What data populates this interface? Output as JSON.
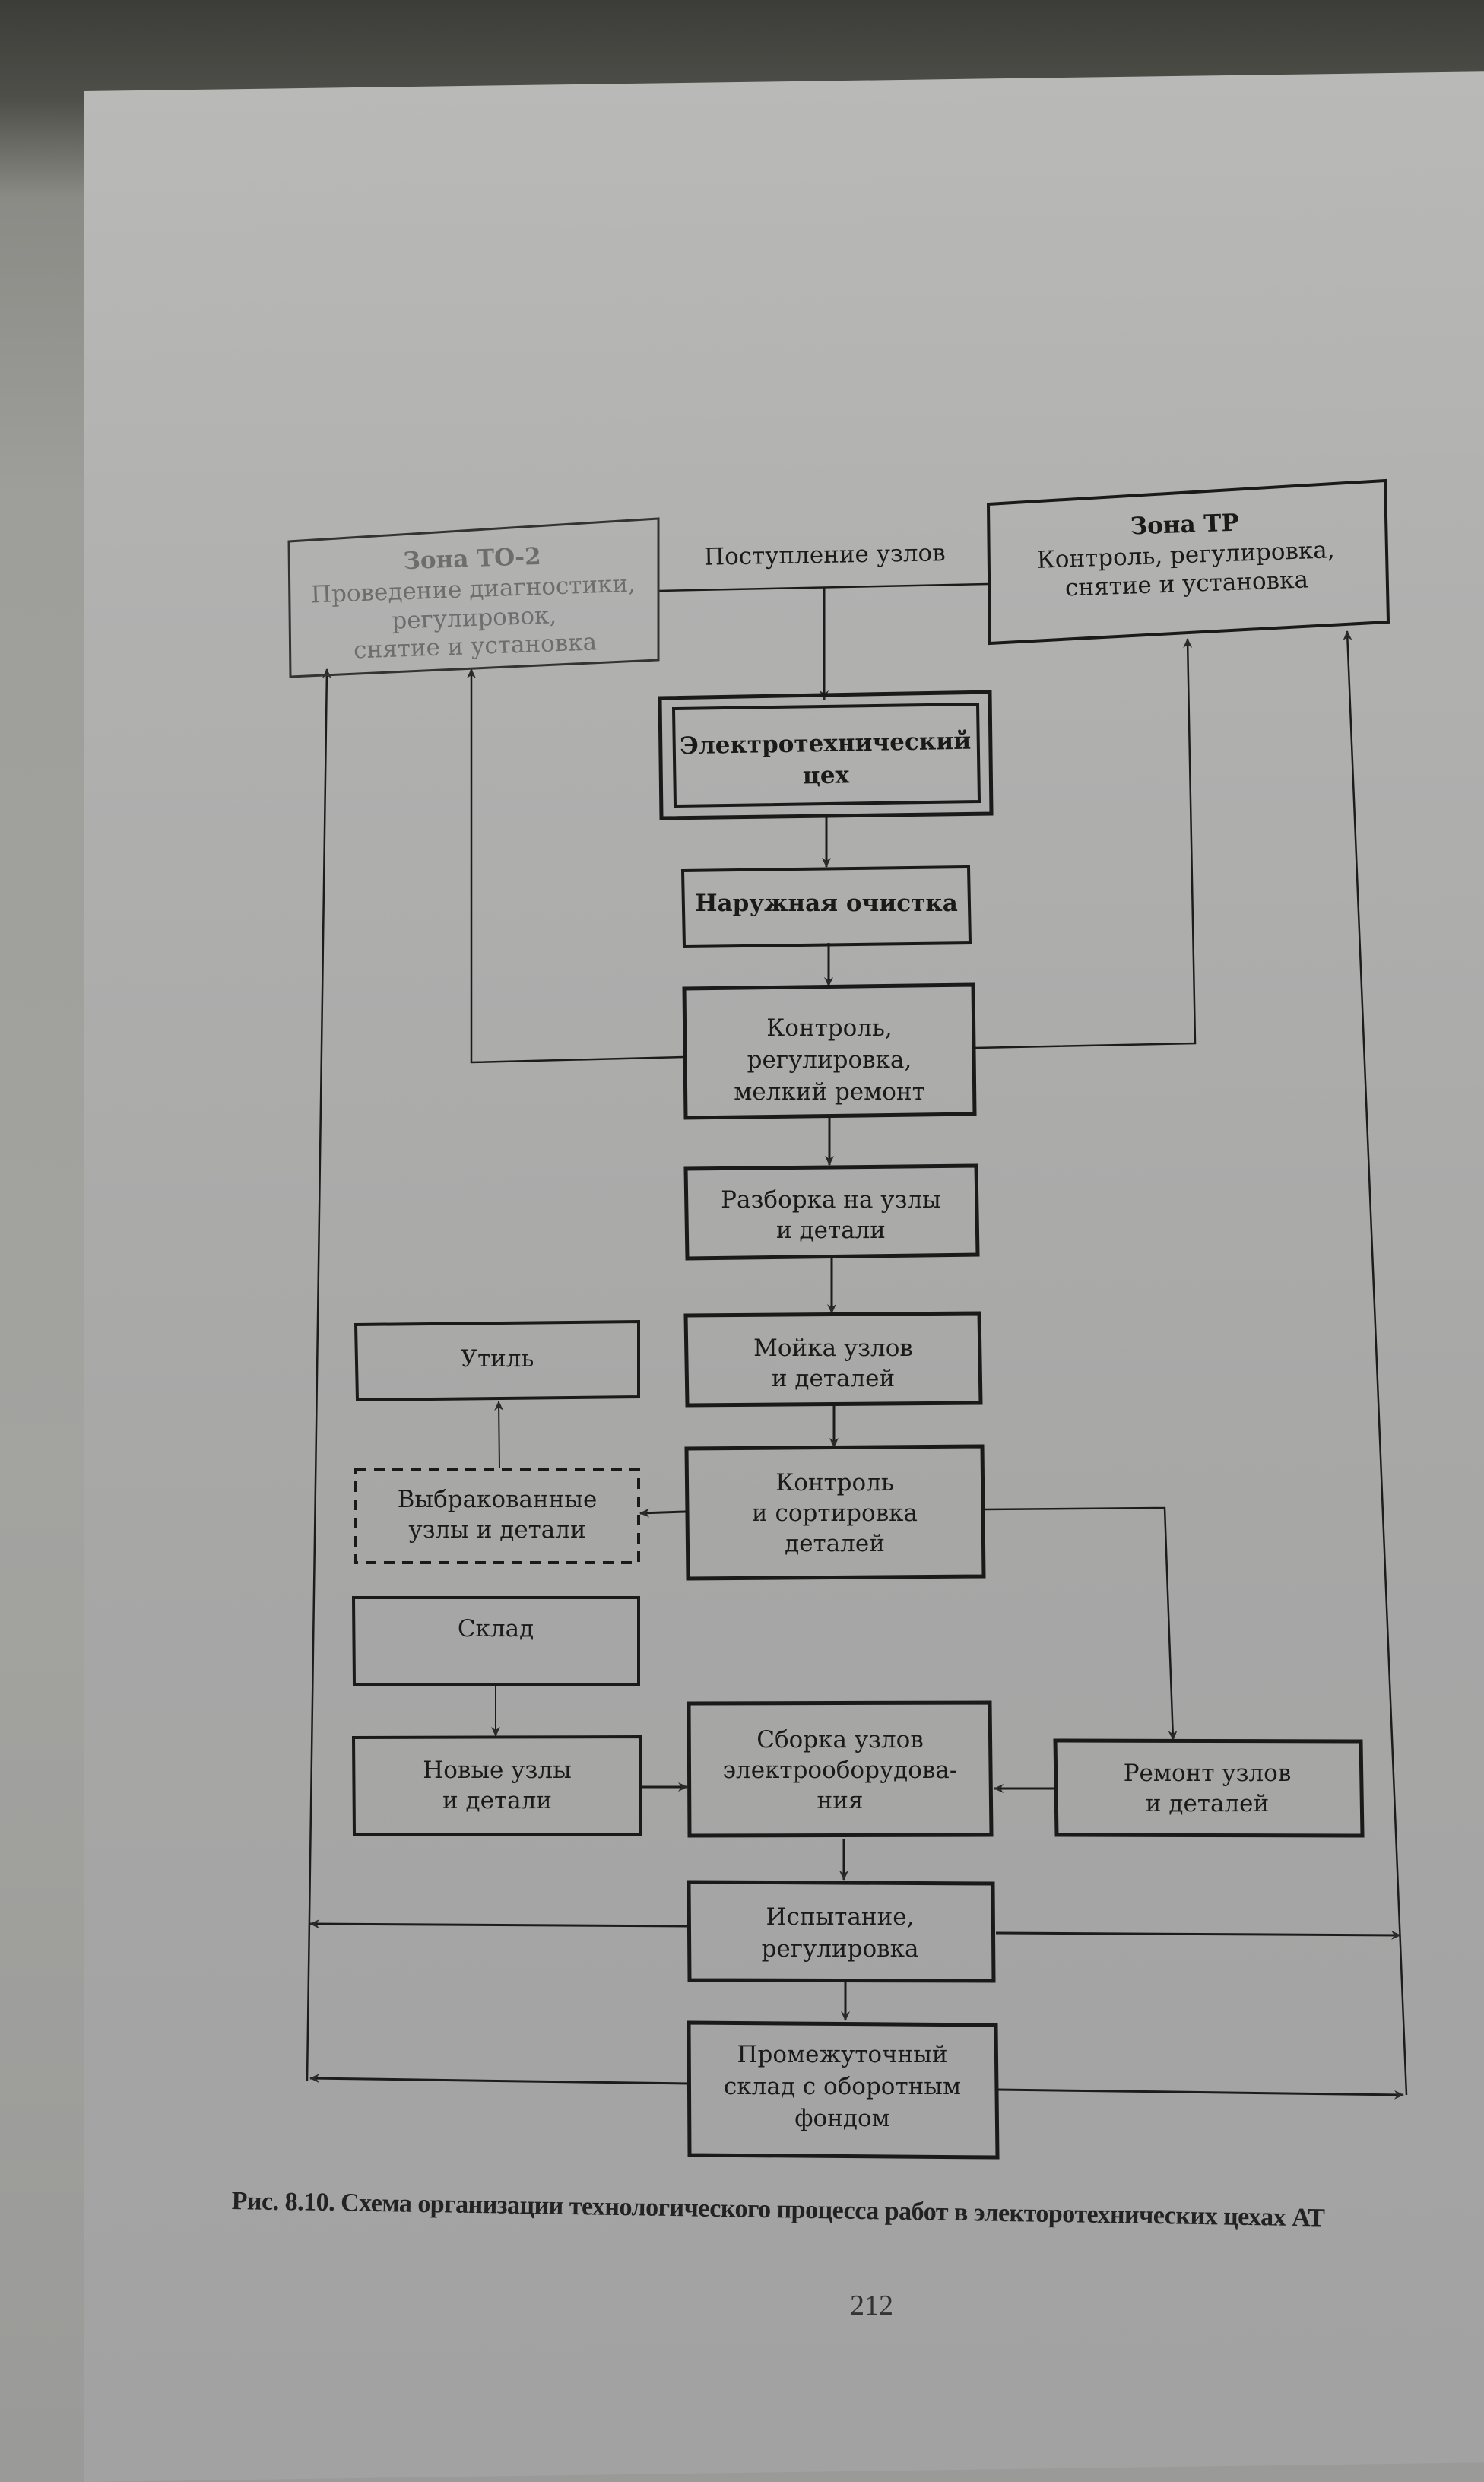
{
  "diagram": {
    "nodes": {
      "zone_to2": {
        "lines": [
          "Зона ТО-2",
          "Проведение диагностики,",
          "регулировок,",
          "снятие и установка"
        ]
      },
      "zone_tr": {
        "lines": [
          "Зона ТР",
          "Контроль, регулировка,",
          "снятие и установка"
        ]
      },
      "electro_shop": {
        "lines": [
          "Электротехнический",
          "цех"
        ]
      },
      "external_cleaning": {
        "lines": [
          "Наружная очистка"
        ]
      },
      "control_adjust": {
        "lines": [
          "Контроль,",
          "регулировка,",
          "мелкий ремонт"
        ]
      },
      "disassembly": {
        "lines": [
          "Разборка на узлы",
          "и детали"
        ]
      },
      "washing": {
        "lines": [
          "Мойка узлов",
          "и деталей"
        ]
      },
      "scrap": {
        "lines": [
          "Утиль"
        ]
      },
      "rejected": {
        "lines": [
          "Выбракованные",
          "узлы и детали"
        ]
      },
      "sorting": {
        "lines": [
          "Контроль",
          "и сортировка",
          "деталей"
        ]
      },
      "warehouse": {
        "lines": [
          "Склад"
        ]
      },
      "new_parts": {
        "lines": [
          "Новые узлы",
          "и детали"
        ]
      },
      "assembly": {
        "lines": [
          "Сборка узлов",
          "электрооборудова-",
          "ния"
        ]
      },
      "repair": {
        "lines": [
          "Ремонт узлов",
          "и деталей"
        ]
      },
      "testing": {
        "lines": [
          "Испытание,",
          "регулировка"
        ]
      },
      "intermediate_store": {
        "lines": [
          "Промежуточный",
          "склад с оборотным",
          "фондом"
        ]
      }
    },
    "edge_label": "Поступление узлов"
  },
  "caption": "Рис. 8.10. Схема организации технологического процесса работ в электоротехнических цехах АТ",
  "page_number": "212"
}
